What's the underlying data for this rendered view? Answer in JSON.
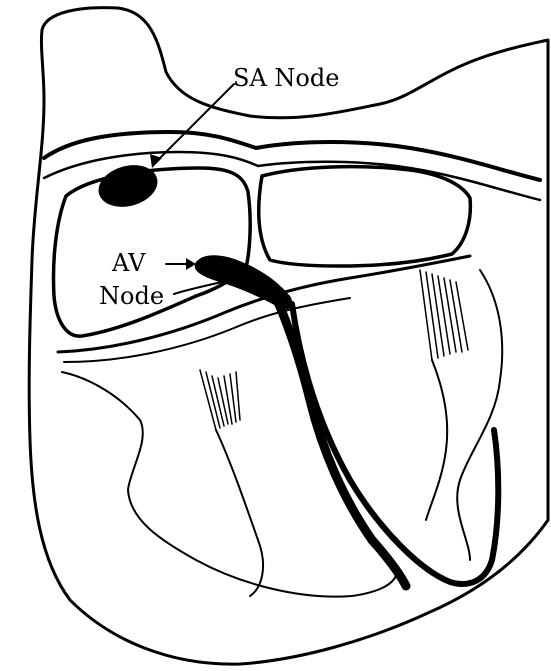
{
  "labels": {
    "sa_node": "SA Node",
    "av": "AV",
    "node": "Node"
  },
  "colors": {
    "ink": "#000000",
    "paper": "#ffffff"
  }
}
